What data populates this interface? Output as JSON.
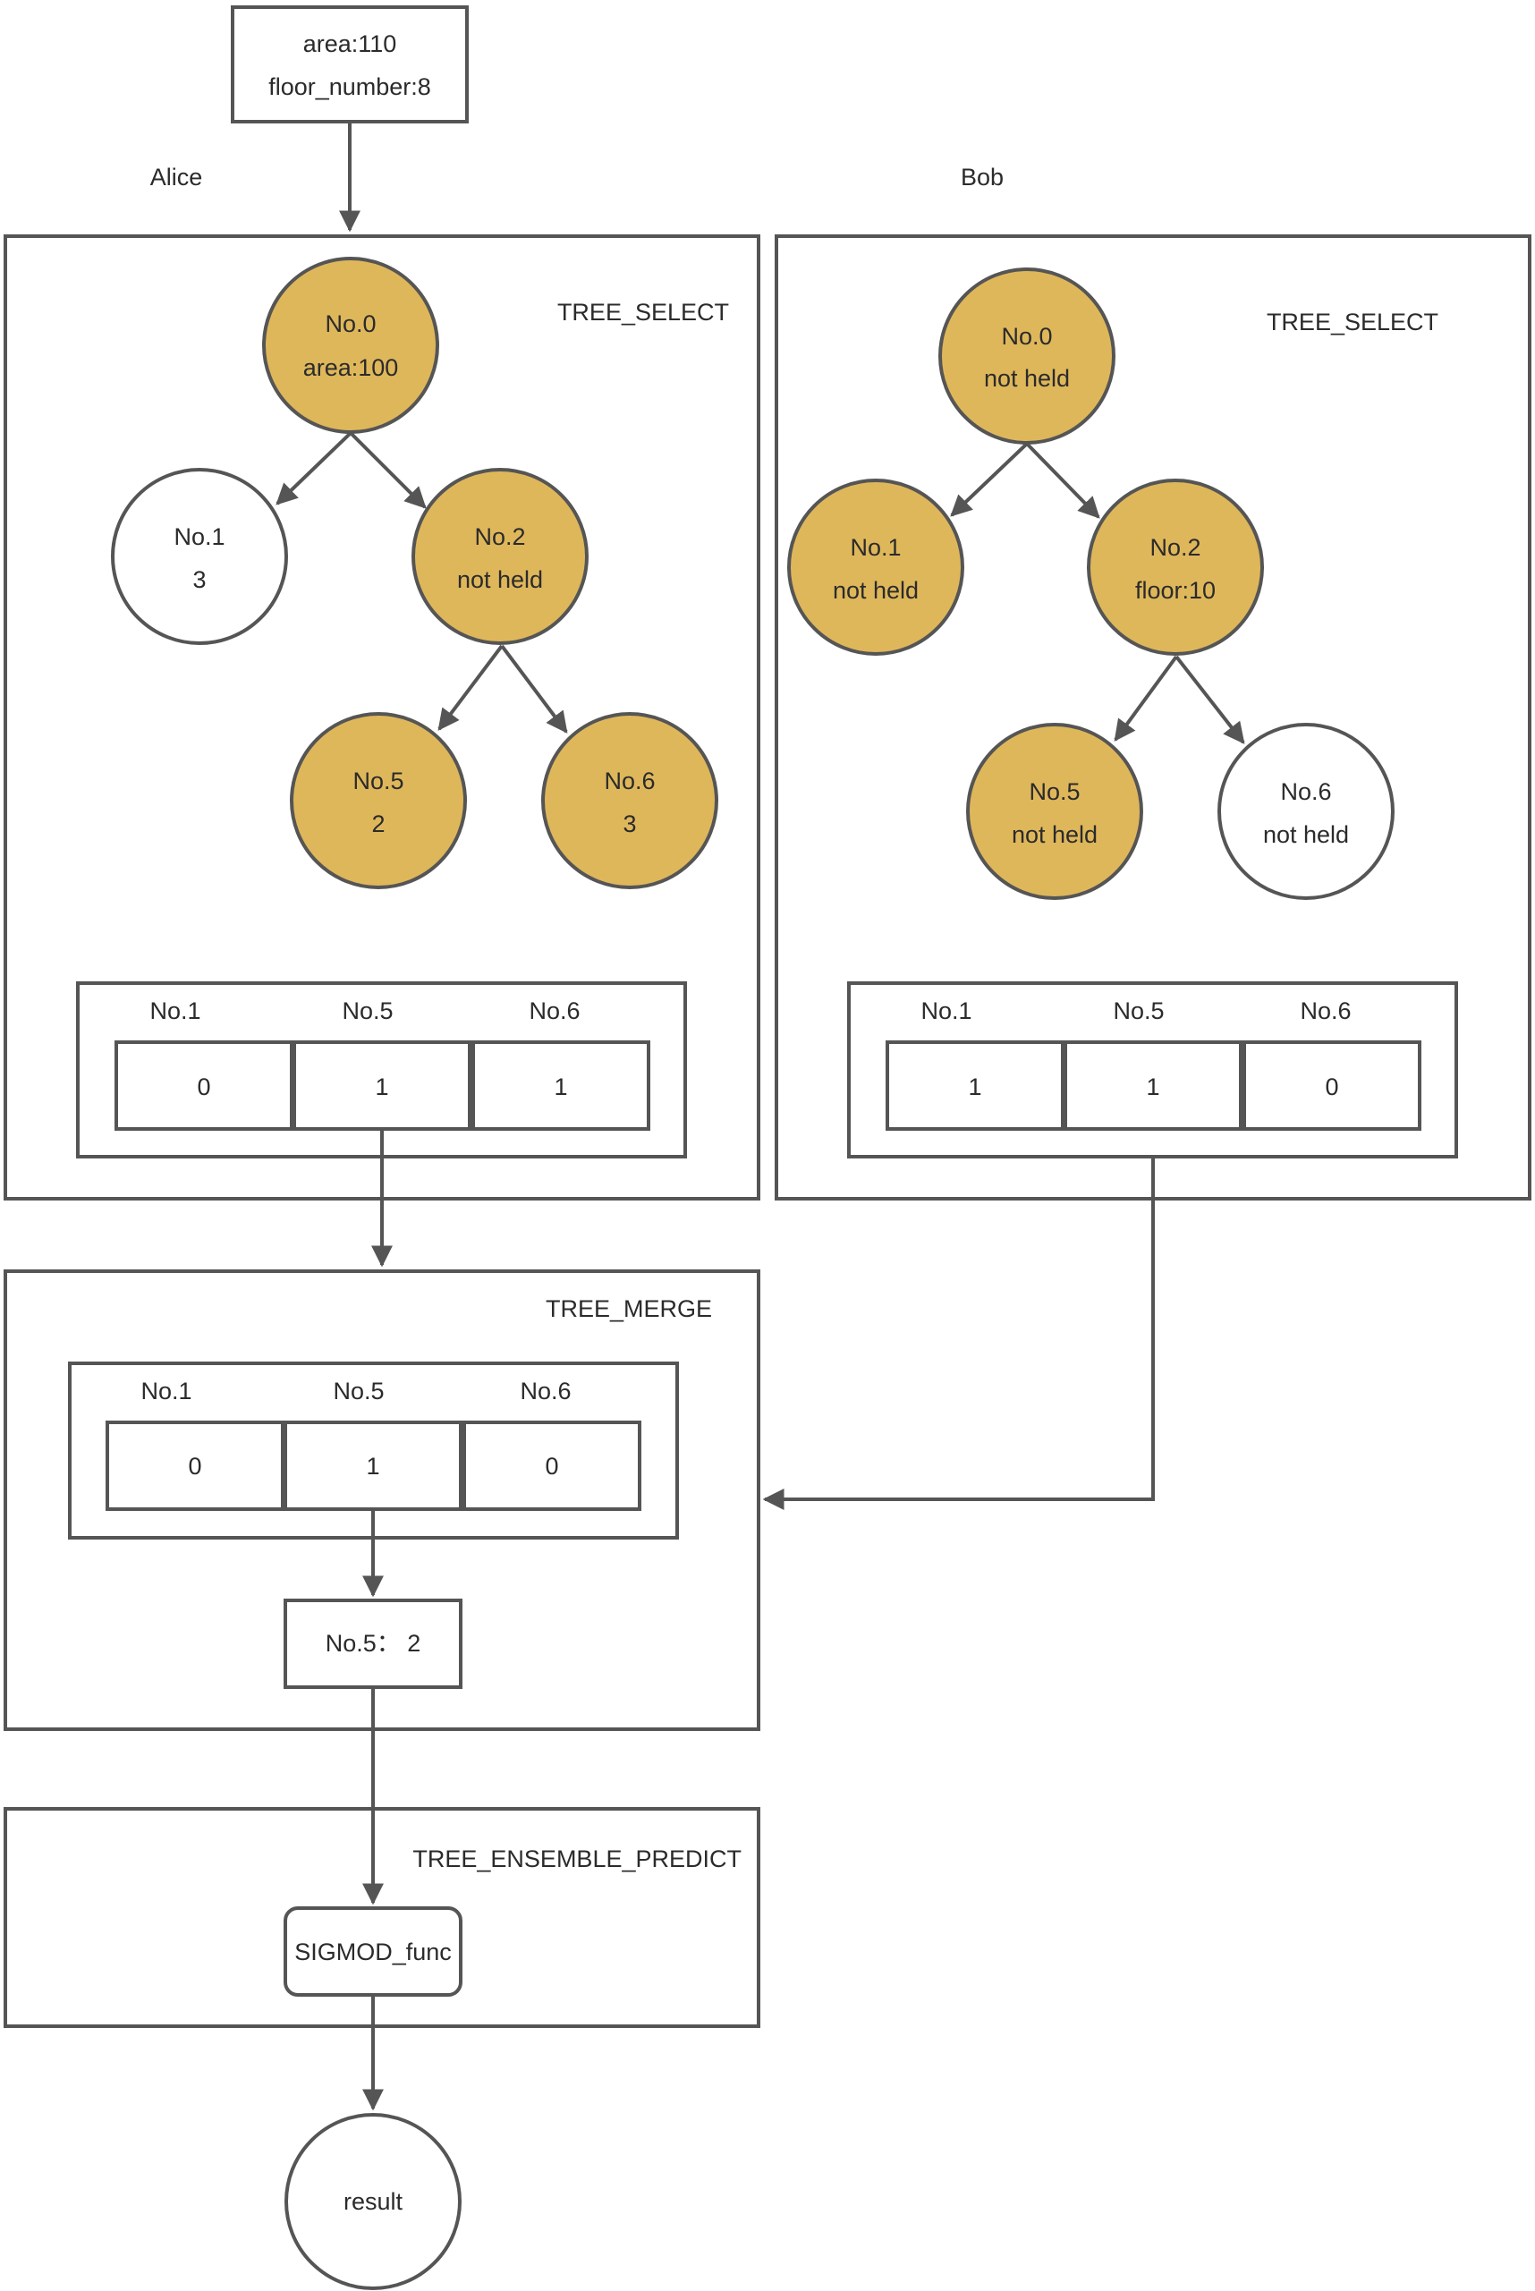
{
  "colors": {
    "held_node": "#dfb75b",
    "empty_node": "#ffffff",
    "stroke": "#555555",
    "text": "#2b2b2b"
  },
  "input": {
    "line1": "area:110",
    "line2": "floor_number:8"
  },
  "parties": {
    "alice": "Alice",
    "bob": "Bob"
  },
  "alice_select": {
    "title": "TREE_SELECT",
    "nodes": {
      "n0": {
        "id": "No.0",
        "value": "area:100",
        "highlighted": true
      },
      "n1": {
        "id": "No.1",
        "value": "3",
        "highlighted": false
      },
      "n2": {
        "id": "No.2",
        "value": "not held",
        "highlighted": true
      },
      "n5": {
        "id": "No.5",
        "value": "2",
        "highlighted": true
      },
      "n6": {
        "id": "No.6",
        "value": "3",
        "highlighted": true
      }
    },
    "vector": {
      "headers": [
        "No.1",
        "No.5",
        "No.6"
      ],
      "values": [
        "0",
        "1",
        "1"
      ]
    }
  },
  "bob_select": {
    "title": "TREE_SELECT",
    "nodes": {
      "n0": {
        "id": "No.0",
        "value": "not held",
        "highlighted": true
      },
      "n1": {
        "id": "No.1",
        "value": "not held",
        "highlighted": true
      },
      "n2": {
        "id": "No.2",
        "value": "floor:10",
        "highlighted": true
      },
      "n5": {
        "id": "No.5",
        "value": "not held",
        "highlighted": true
      },
      "n6": {
        "id": "No.6",
        "value": "not held",
        "highlighted": false
      }
    },
    "vector": {
      "headers": [
        "No.1",
        "No.5",
        "No.6"
      ],
      "values": [
        "1",
        "1",
        "0"
      ]
    }
  },
  "merge": {
    "title": "TREE_MERGE",
    "vector": {
      "headers": [
        "No.1",
        "No.5",
        "No.6"
      ],
      "values": [
        "0",
        "1",
        "0"
      ]
    },
    "leaf_result": "No.5：  2"
  },
  "predict": {
    "title": "TREE_ENSEMBLE_PREDICT",
    "func": "SIGMOD_func"
  },
  "result": "result"
}
